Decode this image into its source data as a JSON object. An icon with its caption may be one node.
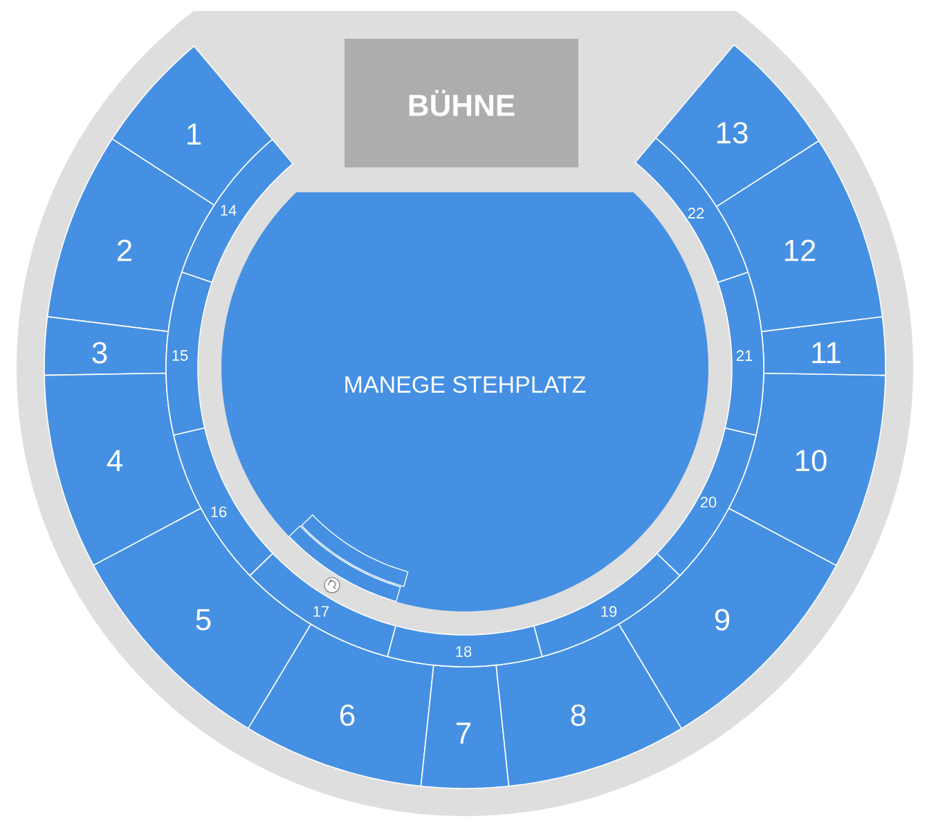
{
  "diagram": {
    "nodes": [
      {
        "text": [
          "BÜHNE"
        ]
      },
      {
        "text": [
          "MANEGE  STEHPLATZ"
        ]
      },
      {
        "text": [
          "1"
        ]
      },
      {
        "text": [
          "2"
        ]
      },
      {
        "text": [
          "3"
        ]
      },
      {
        "text": [
          "4"
        ]
      },
      {
        "text": [
          "5"
        ]
      },
      {
        "text": [
          "6"
        ]
      },
      {
        "text": [
          "7"
        ]
      },
      {
        "text": [
          "8"
        ]
      },
      {
        "text": [
          "9"
        ]
      },
      {
        "text": [
          "10"
        ]
      },
      {
        "text": [
          "11"
        ]
      },
      {
        "text": [
          "12"
        ]
      },
      {
        "text": [
          "13"
        ]
      },
      {
        "text": [
          "14"
        ]
      },
      {
        "text": [
          "15"
        ]
      },
      {
        "text": [
          "16"
        ]
      },
      {
        "text": [
          "17"
        ]
      },
      {
        "text": [
          "18"
        ]
      },
      {
        "text": [
          "19"
        ]
      },
      {
        "text": [
          "20"
        ]
      },
      {
        "text": [
          "21"
        ]
      },
      {
        "text": [
          "22"
        ]
      },
      {
        "text": [],
        "shape": "box",
        "in": 1
      },
      {
        "text": [],
        "shape": "box",
        "in": 1
      }
    ]
  }
}
